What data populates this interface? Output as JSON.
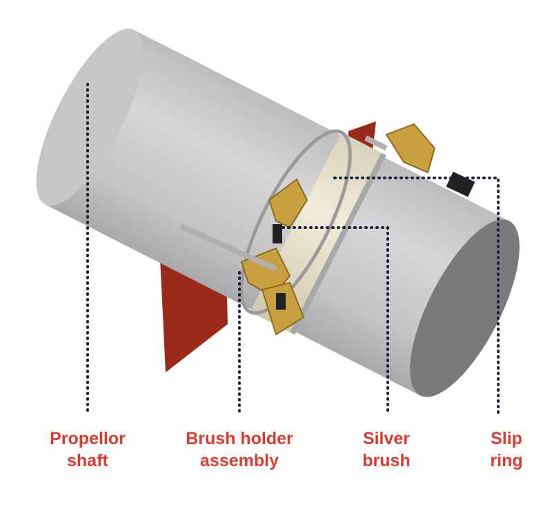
{
  "title": "Propeller shaft slip ring diagram",
  "colors": {
    "label": "#e03a2f",
    "leader": "#1b2233",
    "shaft": "#c9c9c9",
    "bracket": "#9c2a1a",
    "holder": "#c9a040",
    "ring": "#e8e2cc"
  },
  "labels": [
    {
      "line1": "Propellor",
      "line2": "shaft"
    },
    {
      "line1": "Brush holder",
      "line2": "assembly"
    },
    {
      "line1": "Silver",
      "line2": "brush"
    },
    {
      "line1": "Slip",
      "line2": "ring"
    }
  ]
}
